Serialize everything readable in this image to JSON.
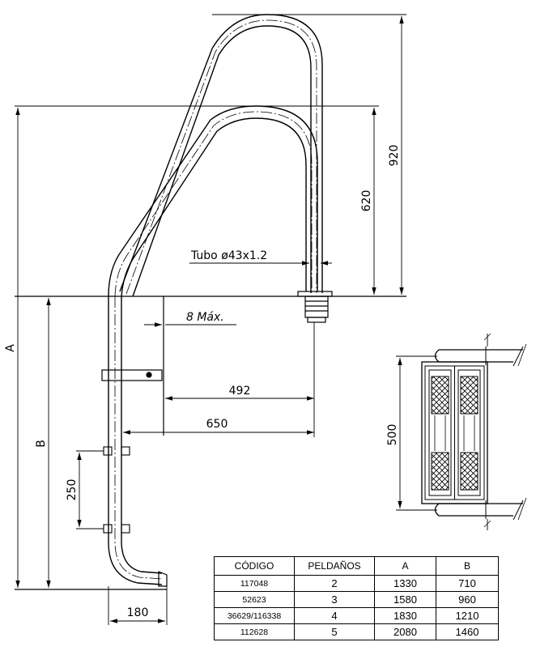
{
  "dimensions": {
    "total_height": "920",
    "handrail_height": "620",
    "tube": "Tubo ø43x1.2",
    "max_gap": "8 Máx.",
    "reach_inner": "492",
    "reach_outer": "650",
    "step_spacing": "250",
    "base_depth": "180",
    "side_view_height": "500",
    "label_a": "A",
    "label_b": "B"
  },
  "table": {
    "headers": [
      "CÓDIGO",
      "PELDAÑOS",
      "A",
      "B"
    ],
    "rows": [
      [
        "117048",
        "2",
        "1330",
        "710"
      ],
      [
        "52623",
        "3",
        "1580",
        "960"
      ],
      [
        "36629/116338",
        "4",
        "1830",
        "1210"
      ],
      [
        "112628",
        "5",
        "2080",
        "1460"
      ]
    ]
  }
}
